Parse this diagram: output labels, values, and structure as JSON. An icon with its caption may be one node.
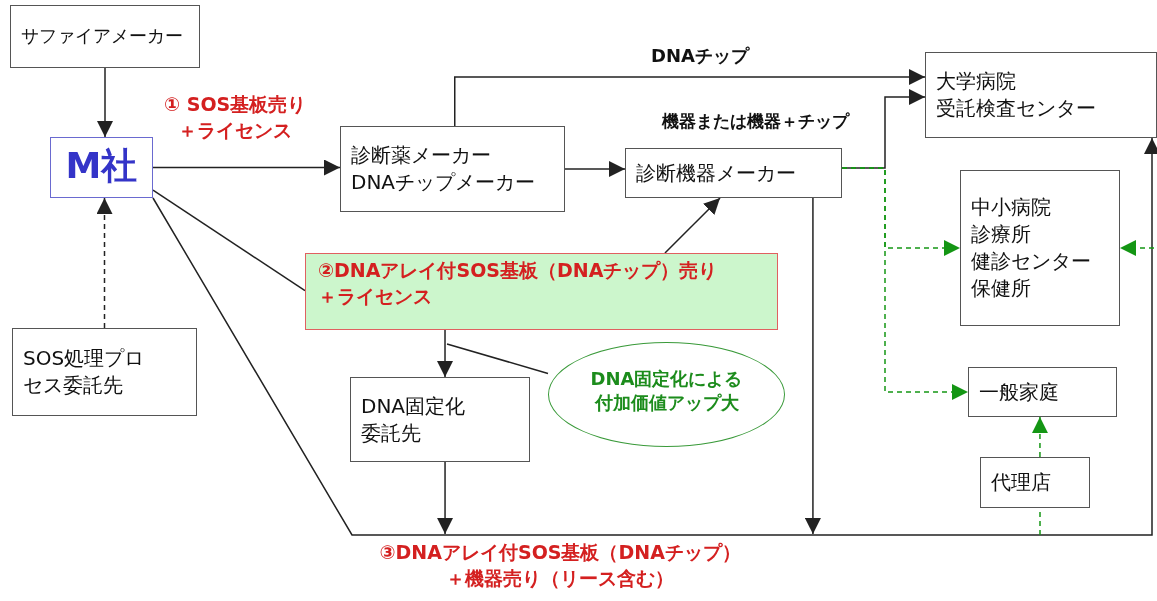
{
  "diagram": {
    "nodes": [
      {
        "text": [
          "サファイアメーカー"
        ]
      },
      {
        "text": [
          "M社"
        ]
      },
      {
        "text": [
          "診断薬メーカーDNAチップメーカー"
        ]
      },
      {
        "text": [
          "診断機器メーカー"
        ]
      },
      {
        "text": [
          "大学病院受託検査センター"
        ]
      },
      {
        "text": [
          "中小病院診療所健診センター保健所"
        ]
      },
      {
        "text": [
          "SOS処理プロセス委託先"
        ]
      },
      {
        "text": [
          "DNA固定化委託先"
        ]
      },
      {
        "text": [
          "②DNAアレイ付SOS基板（DNAチップ）売り＋ライセンス"
        ]
      },
      {
        "text": [
          "DNA固定化による付加価値アップ大"
        ]
      },
      {
        "text": [
          "一般家庭"
        ]
      },
      {
        "text": [
          "代理店"
        ]
      }
    ],
    "edges": [
      {
        "from": 0,
        "to": 1,
        "arrow": "to"
      },
      {
        "from": 1,
        "to": 2,
        "arrow": "to",
        "label": "① SOS基板売り＋ライセンス"
      },
      {
        "from": 6,
        "to": 1,
        "arrow": "both",
        "style": "dashed"
      },
      {
        "from": 2,
        "to": 4,
        "arrow": "to",
        "label": "DNAチップ"
      },
      {
        "from": 2,
        "to": 3,
        "arrow": "to"
      },
      {
        "from": 3,
        "to": 4,
        "arrow": "to",
        "label": "機器または機器＋チップ"
      },
      {
        "from": 3,
        "to": 5,
        "arrow": "to",
        "style": "dashed",
        "color": "#149614"
      },
      {
        "from": 3,
        "to": 10,
        "arrow": "to",
        "style": "dashed",
        "color": "#149614"
      },
      {
        "from": 1,
        "to": 8,
        "arrow": "none"
      },
      {
        "from": 8,
        "to": 3,
        "arrow": "to"
      },
      {
        "from": 8,
        "to": 7,
        "arrow": "both"
      },
      {
        "from": 9,
        "to": null,
        "arrow": "none"
      },
      {
        "from": 1,
        "to": 4,
        "arrow": "to",
        "label": "③DNAアレイ付SOS基板（DNAチップ）＋機器売り（リース含む）"
      },
      {
        "from": 7,
        "to": null,
        "arrow": "both"
      },
      {
        "from": 3,
        "to": null,
        "arrow": "both"
      },
      {
        "from": null,
        "to": 11,
        "arrow": "none",
        "style": "dashed",
        "color": "#149614"
      },
      {
        "from": 11,
        "to": 10,
        "arrow": "to",
        "style": "dashed",
        "color": "#149614"
      },
      {
        "from": null,
        "to": 5,
        "arrow": "to",
        "style": "dashed",
        "color": "#149614"
      }
    ]
  }
}
